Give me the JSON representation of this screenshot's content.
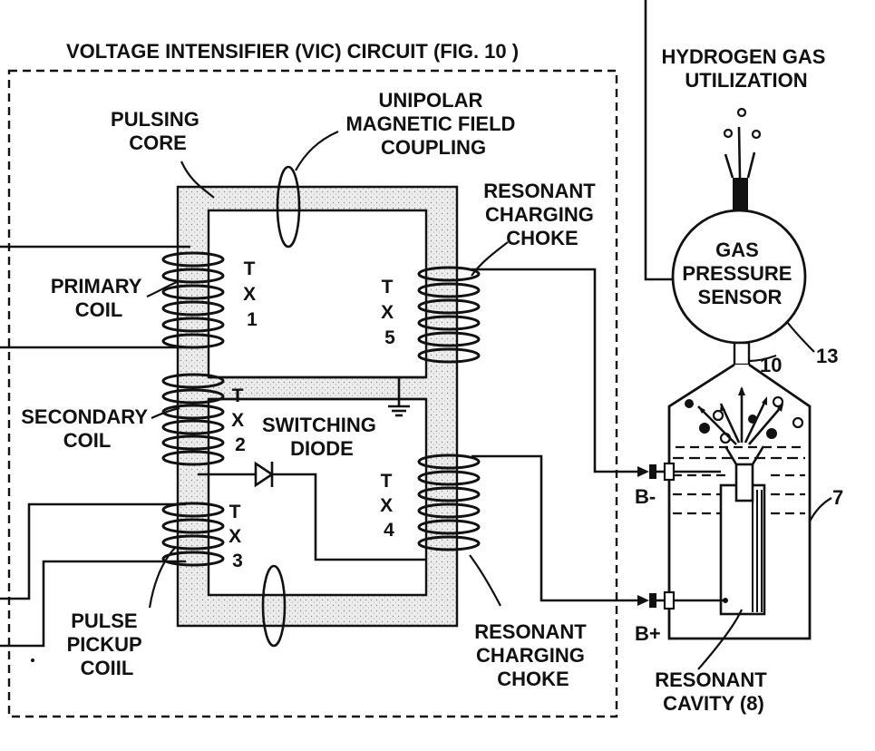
{
  "title": "VOLTAGE INTENSIFIER (VIC) CIRCUIT (FIG. 10 )",
  "hydrogen": [
    "HYDROGEN GAS",
    "UTILIZATION"
  ],
  "pulsing_core": [
    "PULSING",
    "CORE"
  ],
  "unipolar": [
    "UNIPOLAR",
    "MAGNETIC FIELD",
    "COUPLING"
  ],
  "choke_top": [
    "RESONANT",
    "CHARGING",
    "CHOKE"
  ],
  "choke_bottom": [
    "RESONANT",
    "CHARGING",
    "CHOKE"
  ],
  "primary_coil": [
    "PRIMARY",
    "COIL"
  ],
  "secondary_coil": [
    "SECONDARY",
    "COIL"
  ],
  "switching_diode": [
    "SWITCHING",
    "DIODE"
  ],
  "pulse_pickup": [
    "PULSE",
    "PICKUP",
    "COIIL"
  ],
  "gas_sensor": [
    "GAS",
    "PRESSURE",
    "SENSOR"
  ],
  "resonant_cavity": [
    "RESONANT",
    "CAVITY (8)"
  ],
  "tx1": [
    "T",
    "X",
    "1"
  ],
  "tx2": [
    "T",
    "X",
    "2"
  ],
  "tx3": [
    "T",
    "X",
    "3"
  ],
  "tx4": [
    "T",
    "X",
    "4"
  ],
  "tx5": [
    "T",
    "X",
    "5"
  ],
  "ref_10": "10",
  "ref_13": "13",
  "ref_7": "7",
  "b_minus": "B-",
  "b_plus": "B+"
}
